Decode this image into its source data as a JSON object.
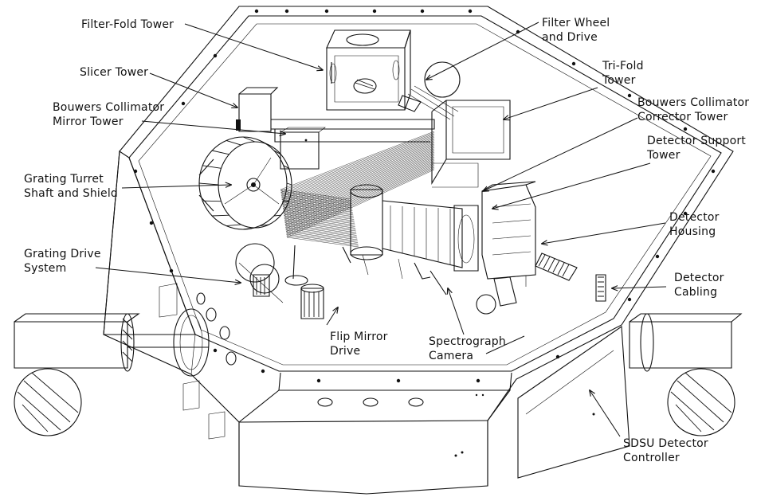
{
  "labels": {
    "filter_fold_tower": "Filter-Fold Tower",
    "slicer_tower": "Slicer Tower",
    "bouwers_collimator_mirror_tower": [
      "Bouwers Collimator",
      "Mirror Tower"
    ],
    "grating_turret": [
      "Grating Turret",
      "Shaft and Shield"
    ],
    "grating_drive_system": [
      "Grating Drive",
      "System"
    ],
    "flip_mirror_drive": [
      "Flip Mirror",
      "Drive"
    ],
    "spectrograph_camera": [
      "Spectrograph",
      "Camera"
    ],
    "filter_wheel_and_drive": [
      "Filter Wheel",
      "and Drive"
    ],
    "tri_fold_tower": [
      "Tri-Fold",
      "Tower"
    ],
    "bouwers_collimator_corrector_tower": [
      "Bouwers Collimator",
      "Corrector Tower"
    ],
    "detector_support_tower": [
      "Detector Support",
      "Tower"
    ],
    "detector_housing": [
      "Detector",
      "Housing"
    ],
    "detector_cabling": [
      "Detector",
      "Cabling"
    ],
    "sdsu_detector_controller": [
      "SDSU Detector",
      "Controller"
    ]
  },
  "colors": {
    "ink": "#111111",
    "background": "#ffffff"
  }
}
